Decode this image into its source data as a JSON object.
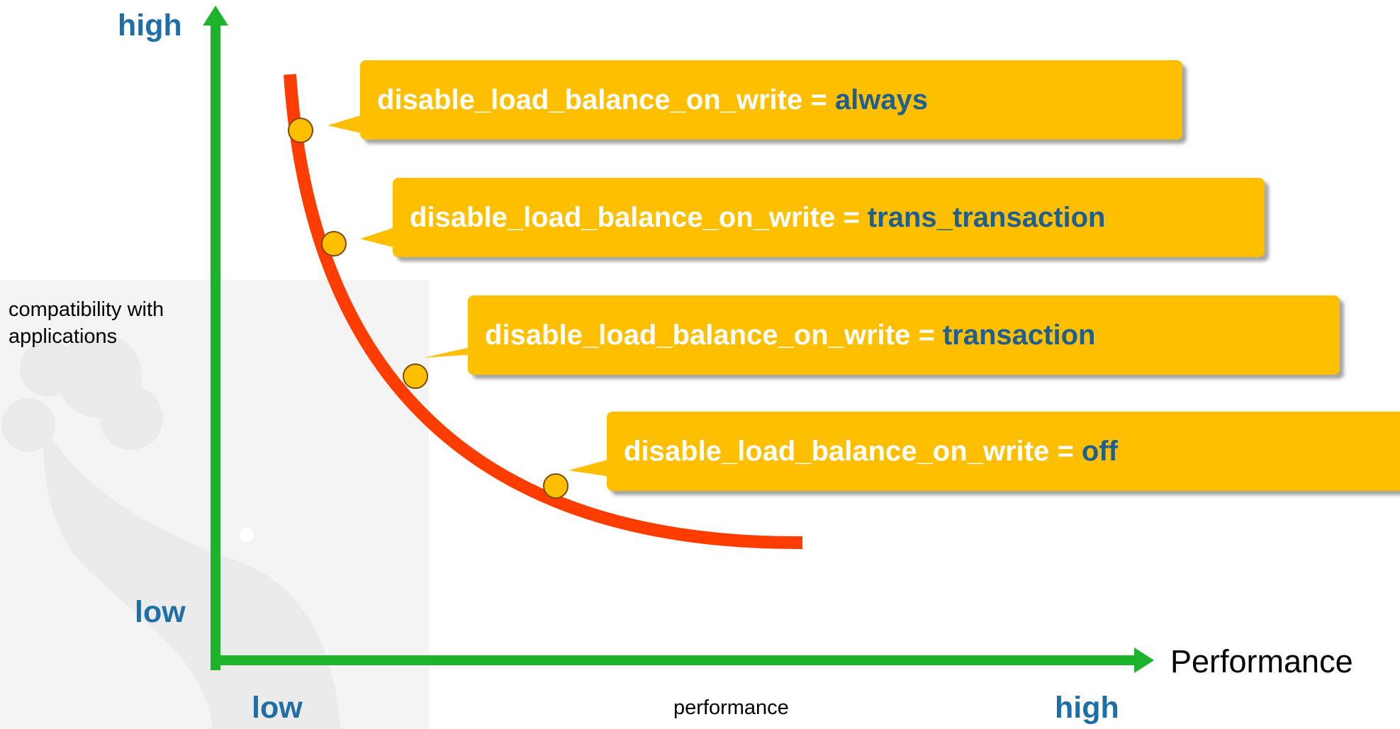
{
  "colors": {
    "axis": "#1db42b",
    "curve": "#ff3c00",
    "callout_fill": "#fdbf00",
    "marker_fill": "#fdbf00",
    "key_text": "#ffffff",
    "value_text": "#1f5f8f",
    "axis_end_label": "#1f6ea6",
    "watermark": "#f0f0f0"
  },
  "y_axis": {
    "high_label": "high",
    "low_label": "low",
    "title": "compatibility with applications",
    "title_line1": "compatibility with",
    "title_line2": "applications"
  },
  "x_axis": {
    "low_label": "low",
    "high_label": "high",
    "title": "performance",
    "arrow_label": "Performance"
  },
  "callouts": [
    {
      "key": "disable_load_balance_on_write",
      "equals": " = ",
      "value": "always"
    },
    {
      "key": "disable_load_balance_on_write",
      "equals": " = ",
      "value": "trans_transaction"
    },
    {
      "key": "disable_load_balance_on_write",
      "equals": " = ",
      "value": "transaction"
    },
    {
      "key": "disable_load_balance_on_write",
      "equals": " = ",
      "value": "off"
    }
  ],
  "curve": {
    "markers": 4
  }
}
